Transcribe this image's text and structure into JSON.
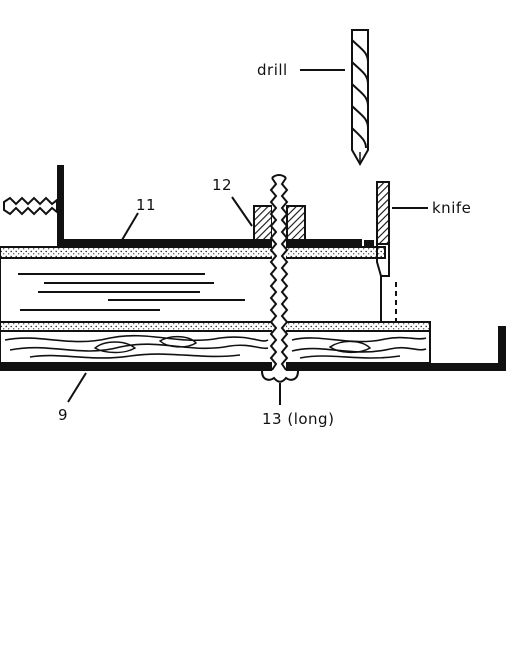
{
  "labels": {
    "drill": "drill",
    "knife": "knife",
    "part_11": "11",
    "part_12": "12",
    "part_9": "9",
    "part_13": "13 (long)"
  },
  "colors": {
    "ink": "#111111",
    "paper": "#ffffff"
  }
}
